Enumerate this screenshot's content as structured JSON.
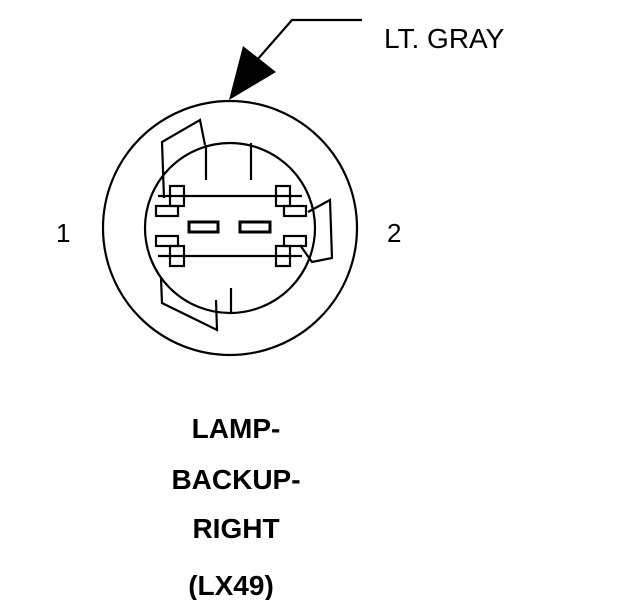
{
  "connector": {
    "wire_color_label": "LT. GRAY",
    "pins": [
      {
        "label": "1"
      },
      {
        "label": "2"
      }
    ]
  },
  "title": {
    "line1": "LAMP-",
    "line2": "BACKUP-",
    "line3": "RIGHT",
    "code": "(LX49)"
  }
}
